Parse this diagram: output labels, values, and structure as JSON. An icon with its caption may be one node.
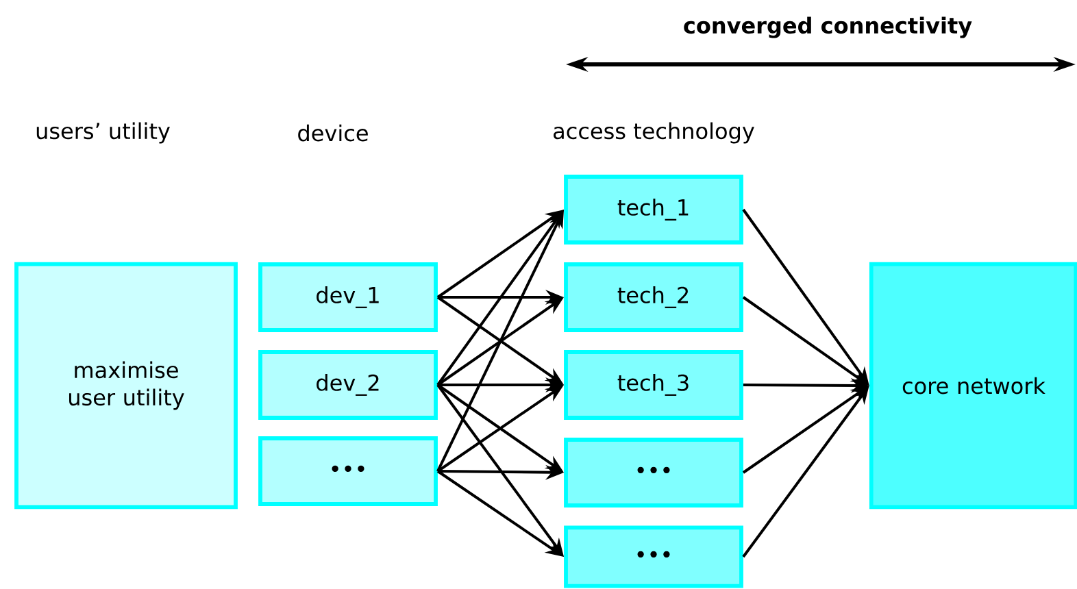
{
  "diagram": {
    "nodes": [
      {
        "text": [
          "maximise user utility"
        ]
      },
      {
        "text": [
          "dev_1"
        ]
      },
      {
        "text": [
          "dev_2"
        ]
      },
      {
        "text": [
          "•••"
        ]
      },
      {
        "text": [
          "tech_1"
        ]
      },
      {
        "text": [
          "tech_2"
        ]
      },
      {
        "text": [
          "tech_3"
        ]
      },
      {
        "text": [
          "•••"
        ]
      },
      {
        "text": [
          "•••"
        ]
      },
      {
        "text": [
          "core network"
        ]
      }
    ],
    "edges": [
      {
        "from": 1,
        "to": 4,
        "arrow": "to"
      },
      {
        "from": 1,
        "to": 5,
        "arrow": "to"
      },
      {
        "from": 1,
        "to": 6,
        "arrow": "to"
      },
      {
        "from": 2,
        "to": 4,
        "arrow": "to"
      },
      {
        "from": 2,
        "to": 5,
        "arrow": "to"
      },
      {
        "from": 2,
        "to": 6,
        "arrow": "to"
      },
      {
        "from": 2,
        "to": 7,
        "arrow": "to"
      },
      {
        "from": 2,
        "to": 8,
        "arrow": "to"
      },
      {
        "from": 3,
        "to": 4,
        "arrow": "to"
      },
      {
        "from": 3,
        "to": 6,
        "arrow": "to"
      },
      {
        "from": 3,
        "to": 7,
        "arrow": "to"
      },
      {
        "from": 3,
        "to": 8,
        "arrow": "to"
      },
      {
        "from": 4,
        "to": 9,
        "arrow": "to"
      },
      {
        "from": 5,
        "to": 9,
        "arrow": "to"
      },
      {
        "from": 6,
        "to": 9,
        "arrow": "to"
      },
      {
        "from": 7,
        "to": 9,
        "arrow": "to"
      },
      {
        "from": 8,
        "to": 9,
        "arrow": "to"
      }
    ],
    "labels": [
      "converged connectivity",
      "users’ utility",
      "device",
      "access technology"
    ]
  }
}
